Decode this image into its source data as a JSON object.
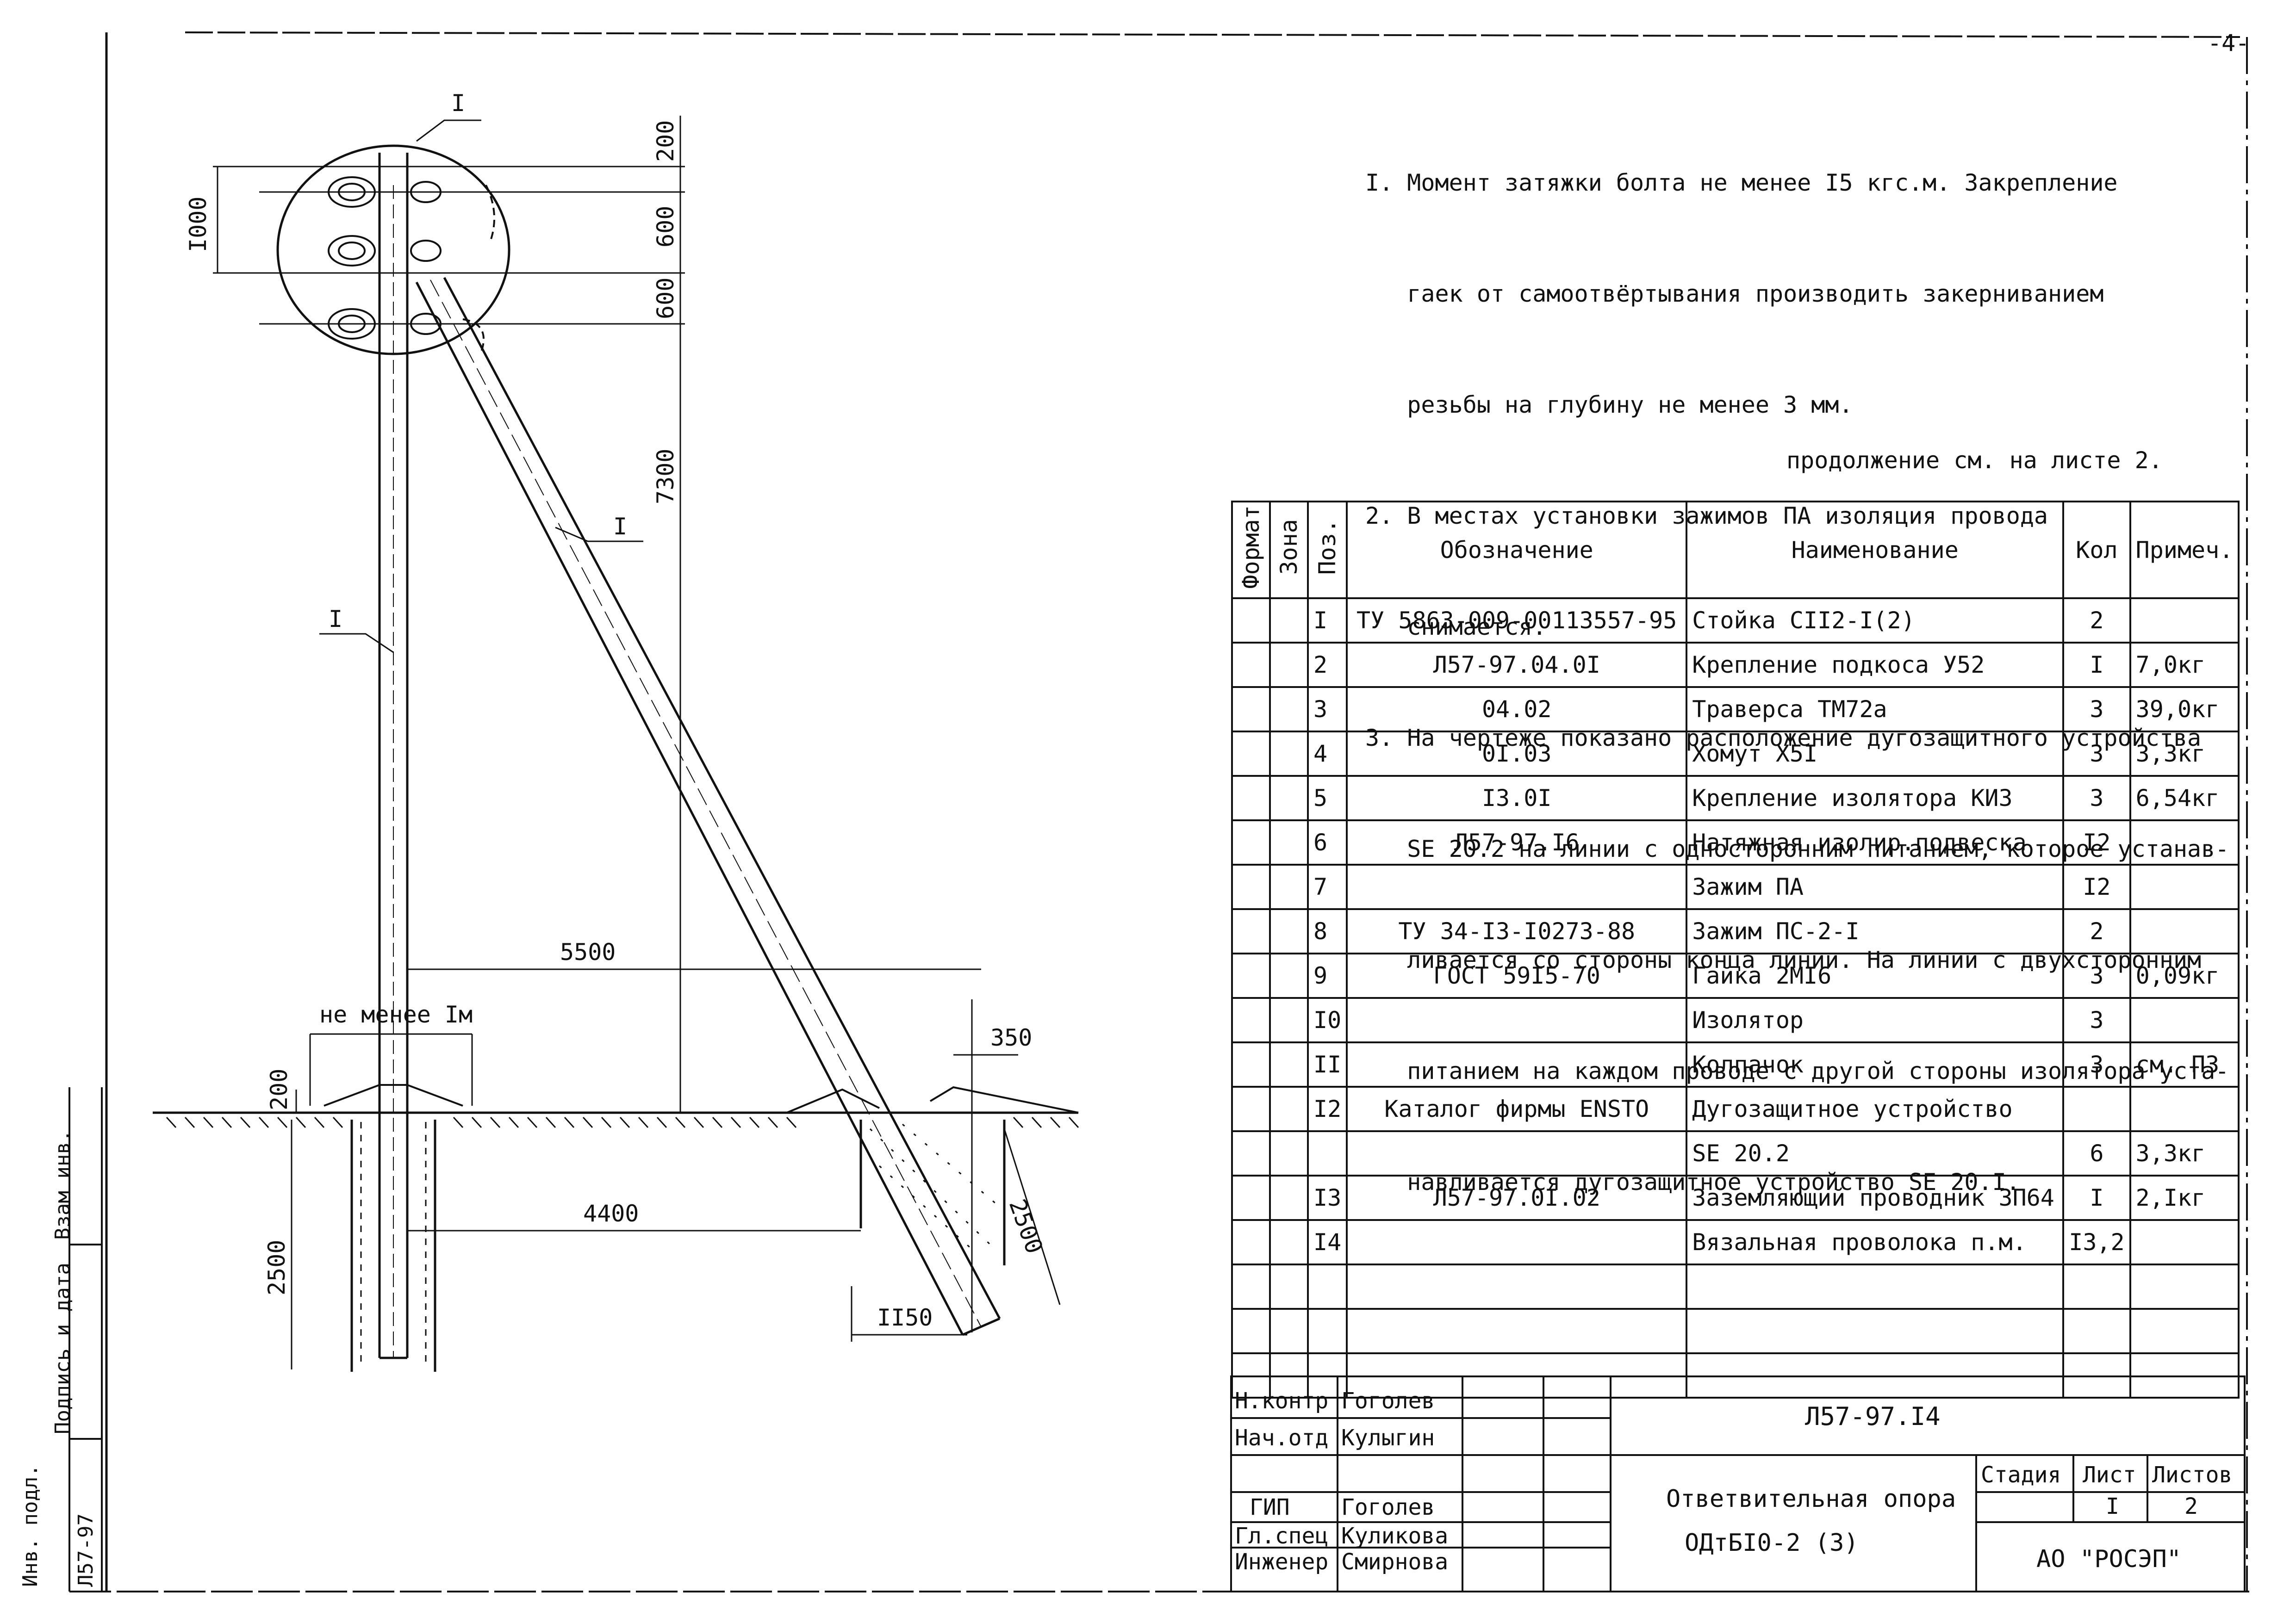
{
  "page_number": "-4-",
  "notes": [
    "I. Момент затяжки болта не менее I5 кгс.м. Закрепление",
    "   гаек от самоотвёртывания производить закерниванием",
    "   резьбы на глубину не менее 3 мм.",
    "2. В местах установки зажимов ПА изоляция провода",
    "   снимается.",
    "3. На чертеже показано расположение дугозащитного устройства",
    "   SE 20.2 на линии с односторонним питанием, которое устанав-",
    "   ливается со стороны конца линии. На линии с двухсторонним",
    "   питанием на каждом проводе с другой стороны изолятора уста-",
    "   навливается дугозащитное устройство SE 20.I."
  ],
  "continuation": "продолжение см. на листе 2.",
  "drawing": {
    "callout_top": "I",
    "callout_brace": "I",
    "callout_pole": "I",
    "dim_1000": "I000",
    "dim_200_top": "200",
    "dim_600_a": "600",
    "dim_600_b": "600",
    "dim_7300": "7300",
    "dim_5500": "5500",
    "dim_min": "не менее Iм",
    "dim_350": "350",
    "dim_200_ground": "200",
    "dim_2500_left": "2500",
    "dim_4400": "4400",
    "dim_2500_right": "2500",
    "dim_1150": "II50"
  },
  "spec_table": {
    "headers": [
      "Формат",
      "Зона",
      "Поз.",
      "Обозначение",
      "Наименование",
      "Кол",
      "Примеч."
    ],
    "rows": [
      [
        "",
        "",
        "I",
        "ТУ 5863-009-00113557-95",
        "Стойка СII2-I(2)",
        "2",
        ""
      ],
      [
        "",
        "",
        "2",
        "Л57-97.04.0I",
        "Крепление подкоса У52",
        "I",
        "7,0кг"
      ],
      [
        "",
        "",
        "3",
        "04.02",
        "Траверса ТМ72а",
        "3",
        "39,0кг"
      ],
      [
        "",
        "",
        "4",
        "0I.03",
        "Хомут Х5I",
        "3",
        "3,3кг"
      ],
      [
        "",
        "",
        "5",
        "I3.0I",
        "Крепление изолятора КИЗ",
        "3",
        "6,54кг"
      ],
      [
        "",
        "",
        "6",
        "Л57-97.I6",
        "Натяжная изолир.подвеска",
        "I2",
        ""
      ],
      [
        "",
        "",
        "7",
        "",
        "Зажим ПА",
        "I2",
        ""
      ],
      [
        "",
        "",
        "8",
        "ТУ 34-I3-I0273-88",
        "Зажим ПС-2-I",
        "2",
        ""
      ],
      [
        "",
        "",
        "9",
        "ГОСТ 59I5-70",
        "Гайка 2МI6",
        "3",
        "0,09кг"
      ],
      [
        "",
        "",
        "I0",
        "",
        "Изолятор",
        "3",
        ""
      ],
      [
        "",
        "",
        "II",
        "",
        "Колпачок",
        "3",
        "см. ПЗ"
      ],
      [
        "",
        "",
        "I2",
        "Каталог фирмы ENSTO",
        "Дугозащитное устройство",
        "",
        ""
      ],
      [
        "",
        "",
        "",
        "",
        "SE 20.2",
        "6",
        "3,3кг"
      ],
      [
        "",
        "",
        "I3",
        "Л57-97.0I.02",
        "Заземляющий проводник ЗП64",
        "I",
        "2,Iкг"
      ],
      [
        "",
        "",
        "I4",
        "",
        "Вязальная проволока п.м.",
        "I3,2",
        ""
      ],
      [
        "",
        "",
        "",
        "",
        "",
        "",
        ""
      ],
      [
        "",
        "",
        "",
        "",
        "",
        "",
        ""
      ],
      [
        "",
        "",
        "",
        "",
        "",
        "",
        ""
      ]
    ]
  },
  "title_block": {
    "doc_code": "Л57-97.I4",
    "title_line1": "Ответвительная опора",
    "title_line2": "ОДтБI0-2 (3)",
    "stage_label": "Стадия",
    "sheet_label": "Лист",
    "sheets_label": "Листов",
    "sheet_value": "I",
    "sheets_value": "2",
    "organization": "АО \"РОСЭП\"",
    "people": [
      {
        "role": "Н.контр",
        "name": "Гоголев"
      },
      {
        "role": "Нач.отд",
        "name": "Кулыгин"
      },
      {
        "role": "ГИП",
        "name": "Гоголев"
      },
      {
        "role": "Гл.спец",
        "name": "Куликова"
      },
      {
        "role": "Инженер",
        "name": "Смирнова"
      }
    ]
  },
  "side_stamp": {
    "inv_label": "Инв. подл.",
    "sign_label": "Подпись и дата",
    "replace_label": "Взам инв.",
    "inv_value": "Л57-97"
  }
}
